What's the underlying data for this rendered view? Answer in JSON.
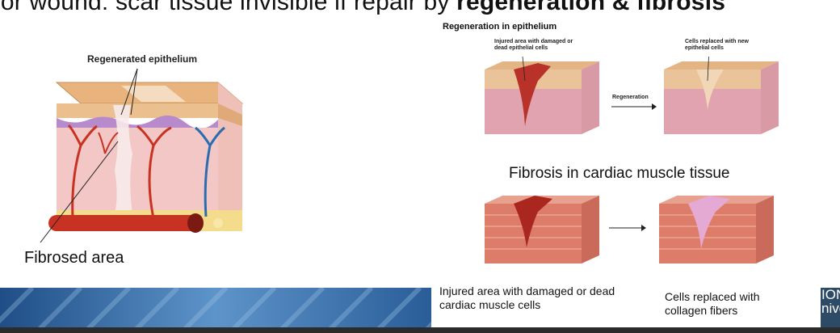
{
  "header": {
    "title_plain": "jor wound: scar tissue invisible if repair by ",
    "title_bold": "regeneration & fibrosis"
  },
  "left_figure": {
    "label_top": "Regenerated epithelium",
    "label_bottom": "Fibrosed area"
  },
  "right_top": {
    "heading": "Regeneration in epithelium",
    "injured_label": "Injured area with damaged or dead epithelial cells",
    "replaced_label": "Cells replaced with new epithelial cells",
    "arrow_label": "Regeneration"
  },
  "right_bottom": {
    "heading": "Fibrosis in cardiac muscle tissue",
    "injured_label": "Injured area with damaged or dead cardiac muscle cells",
    "replaced_label": "Cells replaced with collagen fibers"
  },
  "footer": {
    "logo_line1": "ION",
    "logo_line2": "nive"
  },
  "colors": {
    "banner_dark": "#1f4e86",
    "banner_light": "#5d94c9",
    "logo_bg": "#2d4a67",
    "skin_top": "#e9b98a",
    "dermis": "#f0c3c3",
    "artery": "#c83222",
    "vein": "#2b6cb0",
    "muscle": "#e07d6b",
    "wound": "#b8322a"
  }
}
